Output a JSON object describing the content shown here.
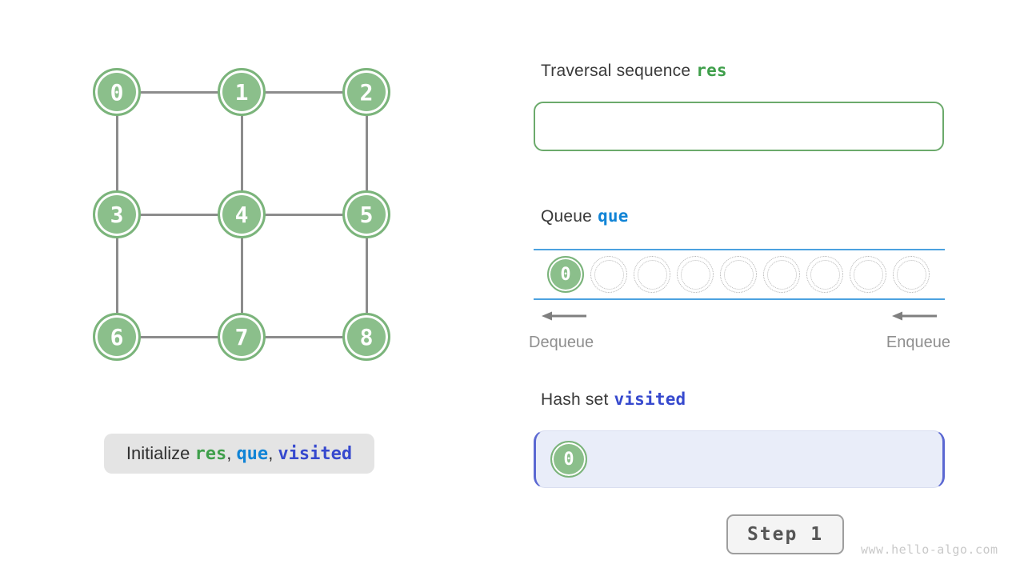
{
  "graph": {
    "nodes": [
      "0",
      "1",
      "2",
      "3",
      "4",
      "5",
      "6",
      "7",
      "8"
    ],
    "edges": [
      [
        0,
        1
      ],
      [
        1,
        2
      ],
      [
        3,
        4
      ],
      [
        4,
        5
      ],
      [
        6,
        7
      ],
      [
        7,
        8
      ],
      [
        0,
        3
      ],
      [
        1,
        4
      ],
      [
        2,
        5
      ],
      [
        3,
        6
      ],
      [
        4,
        7
      ],
      [
        5,
        8
      ]
    ]
  },
  "traversal_section": {
    "title": "Traversal sequence",
    "var": "res",
    "items": []
  },
  "queue_section": {
    "title": "Queue",
    "var": "que",
    "slots": [
      "0",
      "",
      "",
      "",
      "",
      "",
      "",
      "",
      ""
    ],
    "dequeue_label": "Dequeue",
    "enqueue_label": "Enqueue"
  },
  "hashset_section": {
    "title": "Hash set",
    "var": "visited",
    "items": [
      "0"
    ]
  },
  "caption": {
    "segments": [
      {
        "text": "Initialize ",
        "style": "plain"
      },
      {
        "text": "res",
        "style": "green"
      },
      {
        "text": ", ",
        "style": "plain"
      },
      {
        "text": "que",
        "style": "blue"
      },
      {
        "text": ", ",
        "style": "plain"
      },
      {
        "text": "visited",
        "style": "indigo"
      }
    ]
  },
  "step_button": {
    "label": "Step 1"
  },
  "watermark": "www.hello-algo.com",
  "colors": {
    "node_green": "#8BBF8B",
    "node_green_border": "#7BB47B",
    "code_green": "#3F9F4B",
    "code_blue": "#1184D6",
    "code_indigo": "#3649CE",
    "queue_line_blue": "#4CA2E0",
    "hash_border_blue": "#5B68D2",
    "hash_bg": "#E9EDF9"
  }
}
